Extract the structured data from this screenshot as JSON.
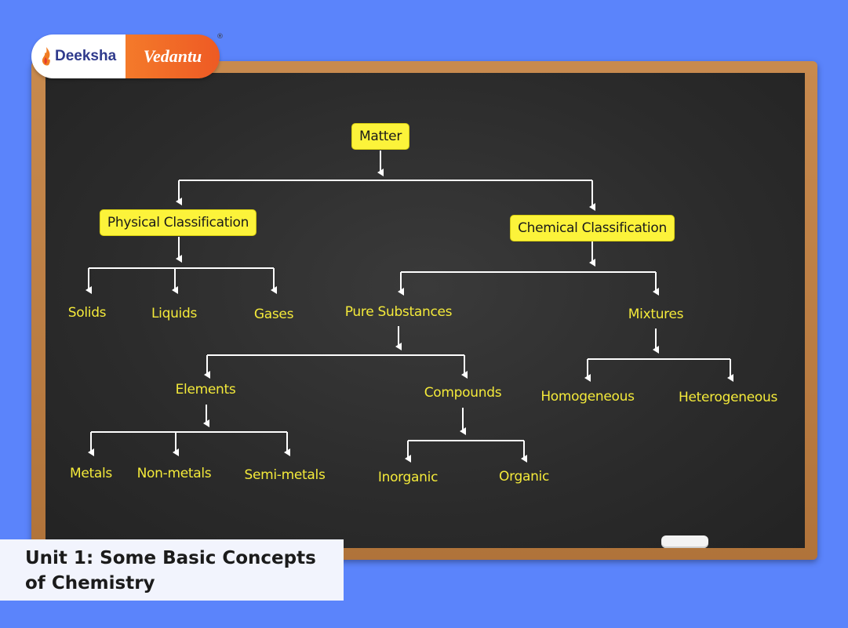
{
  "logo": {
    "left_text": "Deeksha",
    "right_text": "Vedantu",
    "trademark": "®"
  },
  "caption": {
    "line1": "Unit 1: Some Basic Concepts",
    "line2": "of Chemistry"
  },
  "colors": {
    "background": "#5b84fb",
    "board": "#2e2e2e",
    "frame": "#b87a40",
    "chalk_text": "#f4ea3a",
    "highlight_box": "#fcf33a"
  },
  "tree": {
    "matter": "Matter",
    "physical": "Physical Classification",
    "chemical": "Chemical Classification",
    "solids": "Solids",
    "liquids": "Liquids",
    "gases": "Gases",
    "pure": "Pure Substances",
    "mixtures": "Mixtures",
    "elements": "Elements",
    "compounds": "Compounds",
    "homogeneous": "Homogeneous",
    "heterogeneous": "Heterogeneous",
    "metals": "Metals",
    "nonmetals": "Non-metals",
    "semimetals": "Semi-metals",
    "inorganic": "Inorganic",
    "organic": "Organic"
  }
}
